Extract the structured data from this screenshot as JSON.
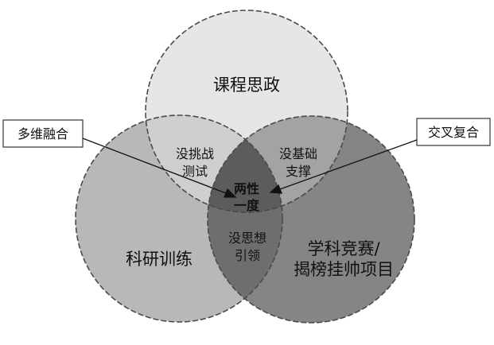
{
  "circles": {
    "top": "课程思政",
    "left": "科研训练",
    "right": [
      "学科竞赛/",
      "揭榜挂帅项目"
    ]
  },
  "overlaps": {
    "top_left": [
      "没挑战",
      "测试"
    ],
    "top_right": [
      "没基础",
      "支撑"
    ],
    "left_right": [
      "没思想",
      "引领"
    ],
    "center": [
      "两性",
      "一度"
    ]
  },
  "callouts": {
    "left": "多维融合",
    "right": "交叉复合"
  },
  "colors": {
    "top_fill": "#e6e6e6",
    "left_fill": "#b8b8b8",
    "right_fill": "#858585",
    "top_left_fill": "#cfcfcf",
    "top_right_fill": "#a3a3a3",
    "left_right_fill": "#6e6e6e",
    "center_fill": "#5c5c5c",
    "outline": "#4a4a4a"
  }
}
